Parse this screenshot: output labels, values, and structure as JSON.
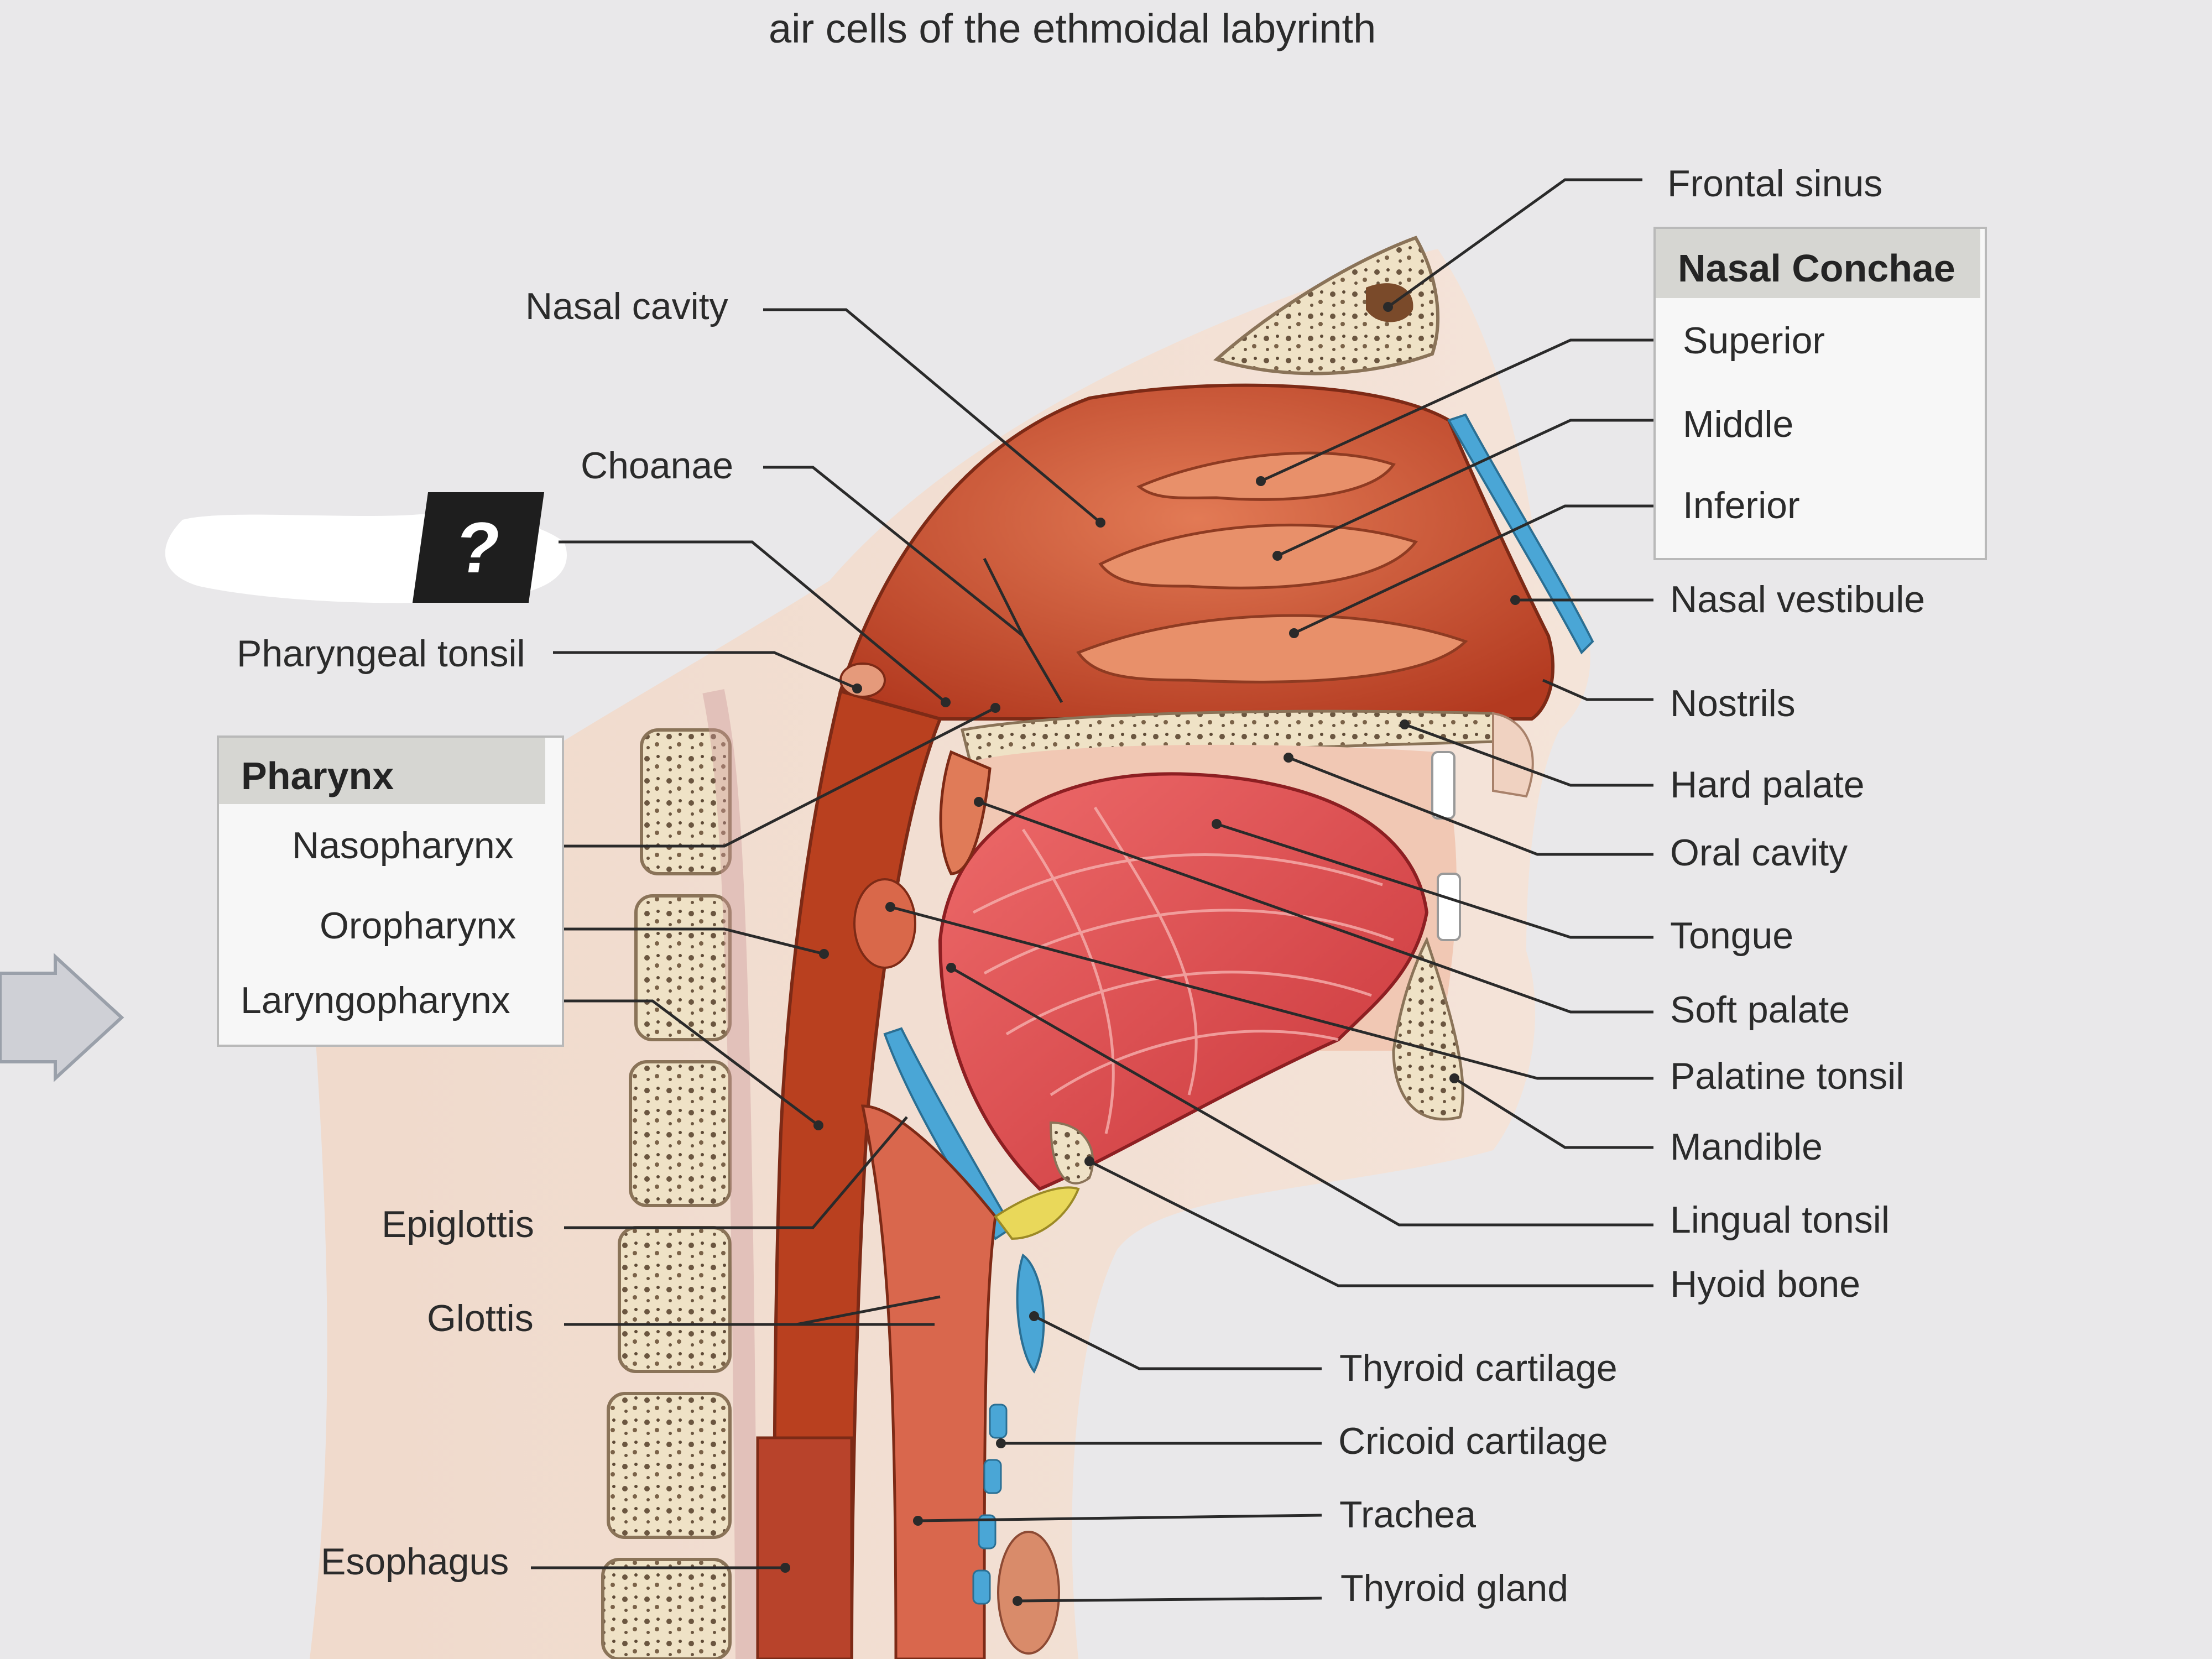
{
  "header": {
    "caption": "air cells of the ethmoidal labyrinth"
  },
  "left_labels": {
    "nasal_cavity": "Nasal cavity",
    "choanae": "Choanae",
    "hidden_label": "?",
    "pharyngeal_tonsil": "Pharyngeal tonsil",
    "epiglottis": "Epiglottis",
    "glottis": "Glottis",
    "esophagus": "Esophagus"
  },
  "pharynx_box": {
    "title": "Pharynx",
    "items": [
      "Nasopharynx",
      "Oropharynx",
      "Laryngopharynx"
    ]
  },
  "conchae_box": {
    "title": "Nasal Conchae",
    "items": [
      "Superior",
      "Middle",
      "Inferior"
    ]
  },
  "right_labels": {
    "frontal_sinus": "Frontal sinus",
    "nasal_vestibule": "Nasal vestibule",
    "nostrils": "Nostrils",
    "hard_palate": "Hard palate",
    "oral_cavity": "Oral cavity",
    "tongue": "Tongue",
    "soft_palate": "Soft palate",
    "palatine_tonsil": "Palatine tonsil",
    "mandible": "Mandible",
    "lingual_tonsil": "Lingual tonsil",
    "hyoid_bone": "Hyoid bone"
  },
  "bottom_labels": {
    "thyroid_cartilage": "Thyroid cartilage",
    "cricoid_cartilage": "Cricoid cartilage",
    "trachea": "Trachea",
    "thyroid_gland": "Thyroid gland"
  },
  "colors": {
    "tissue": "#c4482a",
    "muscle": "#d94040",
    "cartilage": "#4aa6d6",
    "bone": "#efe2c6"
  }
}
